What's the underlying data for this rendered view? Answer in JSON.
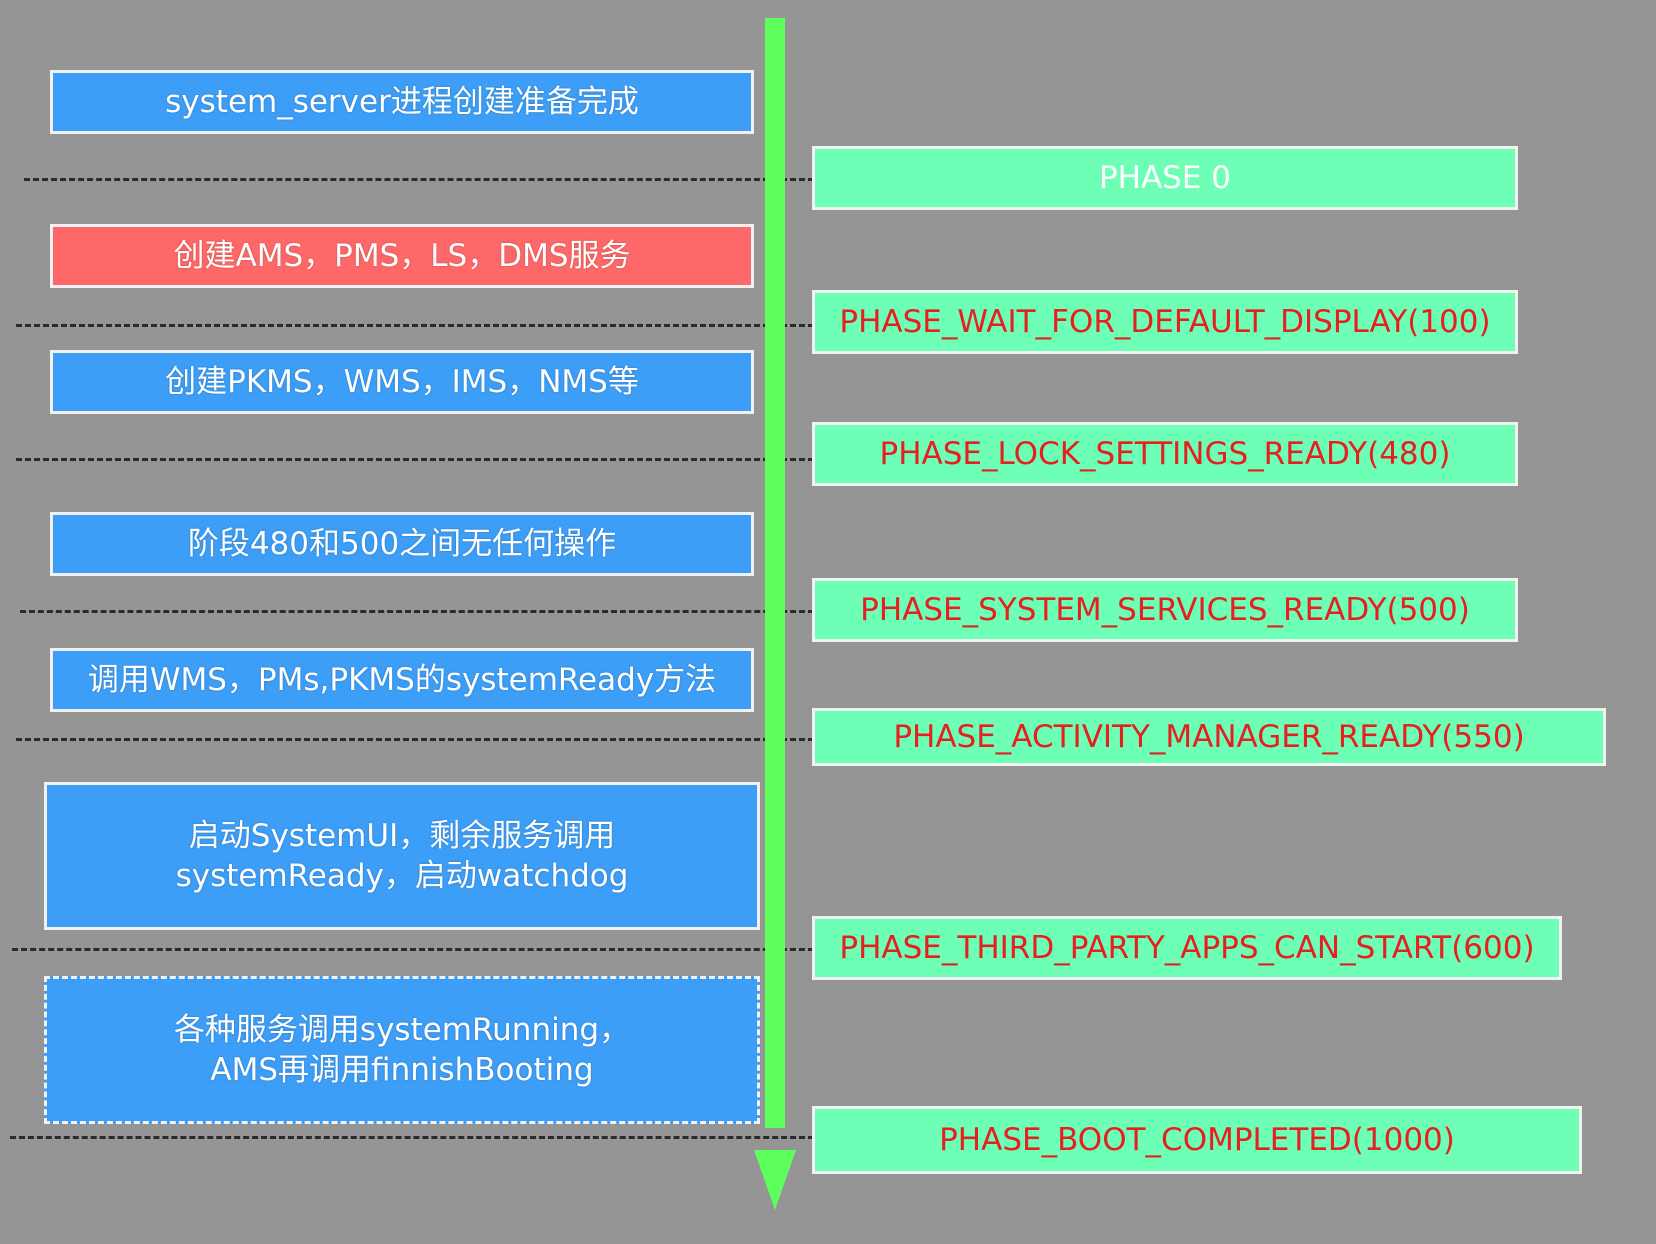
{
  "steps": [
    {
      "text": "system_server进程创建准备完成",
      "color": "#3d9ef7"
    },
    {
      "text": "创建AMS，PMS，LS，DMS服务",
      "color": "#ff6868"
    },
    {
      "text": "创建PKMS，WMS，IMS，NMS等",
      "color": "#3d9ef7"
    },
    {
      "text": "阶段480和500之间无任何操作",
      "color": "#3d9ef7"
    },
    {
      "text": "调用WMS，PMs,PKMS的systemReady方法",
      "color": "#3d9ef7"
    },
    {
      "text": "启动SystemUI，剩余服务调用systemReady，启动watchdog",
      "color": "#3d9ef7"
    },
    {
      "text": "各种服务调用systemRunning，AMS再调用finnishBooting",
      "color": "#3d9ef7"
    }
  ],
  "phases": [
    {
      "text": "PHASE 0"
    },
    {
      "text": "PHASE_WAIT_FOR_DEFAULT_DISPLAY(100)"
    },
    {
      "text": "PHASE_LOCK_SETTINGS_READY(480)"
    },
    {
      "text": "PHASE_SYSTEM_SERVICES_READY(500)"
    },
    {
      "text": "PHASE_ACTIVITY_MANAGER_READY(550)"
    },
    {
      "text": "PHASE_THIRD_PARTY_APPS_CAN_START(600)"
    },
    {
      "text": "PHASE_BOOT_COMPLETED(1000)"
    }
  ],
  "colors": {
    "background": "#959595",
    "timeline": "#5cff5c",
    "step_blue": "#3d9ef7",
    "step_red": "#ff6868",
    "phase_box": "#6dffb6",
    "phase_text": "#e62020"
  }
}
